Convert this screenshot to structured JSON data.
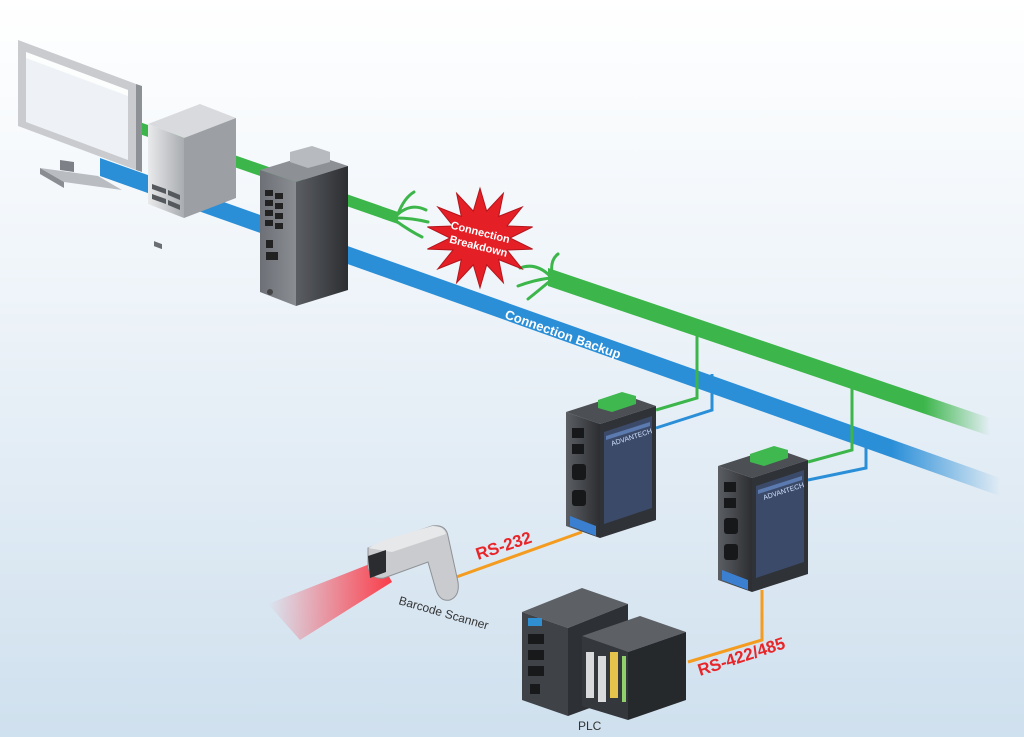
{
  "labels": {
    "connection_breakdown_line1": "Connection",
    "connection_breakdown_line2": "Breakdown",
    "connection_backup": "Connection Backup",
    "rs232": "RS-232",
    "rs422_485": "RS-422/485",
    "barcode_scanner": "Barcode Scanner",
    "plc": "PLC",
    "brand": "ADVANTECH"
  },
  "colors": {
    "primary_link": "#3cb64a",
    "backup_link": "#2b8fd8",
    "serial_link": "#f39c1f",
    "alert_burst": "#e41f26",
    "label_red": "#e8262a"
  },
  "icons": [
    "monitor-icon",
    "pc-tower-icon",
    "ethernet-switch-icon",
    "device-server-icon",
    "barcode-scanner-icon",
    "plc-icon",
    "broken-cable-icon",
    "alert-burst-icon"
  ]
}
